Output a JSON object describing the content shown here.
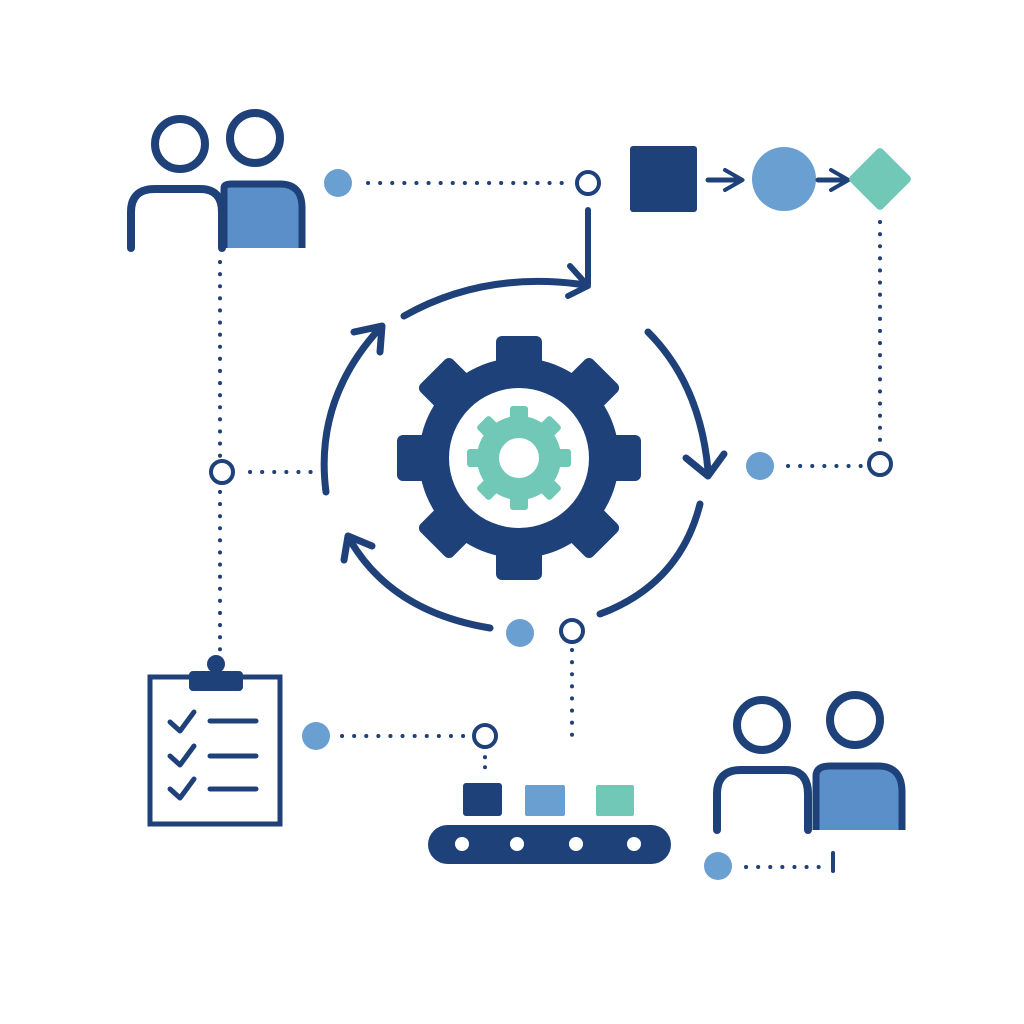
{
  "colors": {
    "navy": "#1f4179",
    "blue": "#5b8fca",
    "light_blue": "#6a9fd1",
    "teal": "#72c8b6",
    "background": "#ffffff"
  },
  "icons": {
    "team_top_left": "people-icon",
    "team_bottom_right": "people-icon",
    "central_gear": "gear-icon",
    "inner_gear": "gear-icon",
    "checklist": "clipboard-checklist-icon",
    "conveyor": "conveyor-belt-icon",
    "flow_square": "square-icon",
    "flow_circle": "circle-icon",
    "flow_diamond": "diamond-icon"
  },
  "cycle": {
    "arrow_count": 4,
    "direction": "clockwise"
  },
  "conveyor": {
    "boxes": [
      "navy",
      "blue",
      "teal"
    ],
    "roller_count": 4
  },
  "checklist": {
    "checked_items": 3
  }
}
